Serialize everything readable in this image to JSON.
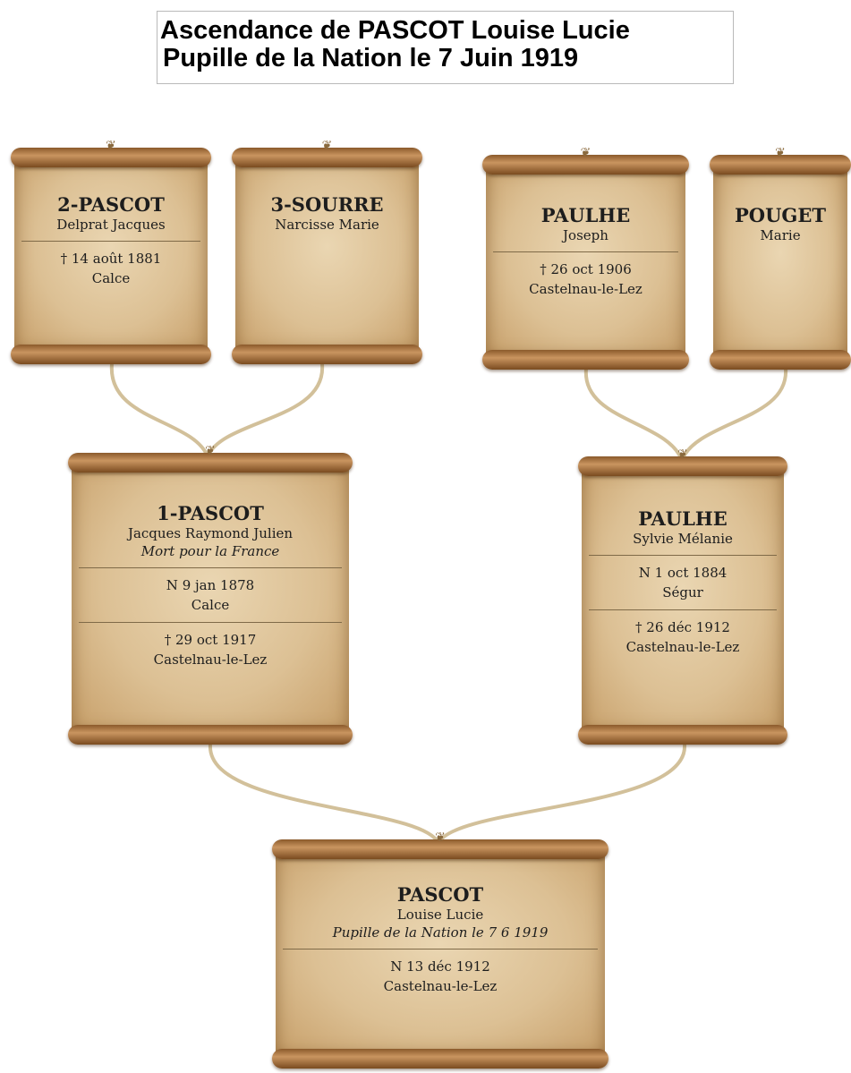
{
  "title": {
    "line1": "Ascendance de PASCOT Louise Lucie",
    "line2": "Pupille de la Nation le 7 Juin 1919"
  },
  "persons": {
    "p2": {
      "surname": "2-PASCOT",
      "given": "Delprat Jacques",
      "death": "† 14 août 1881",
      "death_place": "Calce"
    },
    "p3": {
      "surname": "3-SOURRE",
      "given": "Narcisse Marie"
    },
    "paulhe_joseph": {
      "surname": "PAULHE",
      "given": "Joseph",
      "death": "† 26 oct 1906",
      "death_place": "Castelnau-le-Lez"
    },
    "pouget": {
      "surname": "POUGET",
      "given": "Marie"
    },
    "p1": {
      "surname": "1-PASCOT",
      "given": "Jacques Raymond Julien",
      "note": "Mort pour la France",
      "birth": "N 9 jan 1878",
      "birth_place": "Calce",
      "death": "† 29 oct 1917",
      "death_place": "Castelnau-le-Lez"
    },
    "paulhe_sylvie": {
      "surname": "PAULHE",
      "given": "Sylvie Mélanie",
      "birth": "N 1 oct 1884",
      "birth_place": "Ségur",
      "death": "† 26 déc 1912",
      "death_place": "Castelnau-le-Lez"
    },
    "root": {
      "surname": "PASCOT",
      "given": "Louise Lucie",
      "note": "Pupille de la Nation le 7 6 1919",
      "birth": "N 13 déc 1912",
      "birth_place": "Castelnau-le-Lez"
    }
  },
  "colors": {
    "connector": "#d2c09a",
    "paper": "#dcc094",
    "rod": "#8b5a2b"
  }
}
